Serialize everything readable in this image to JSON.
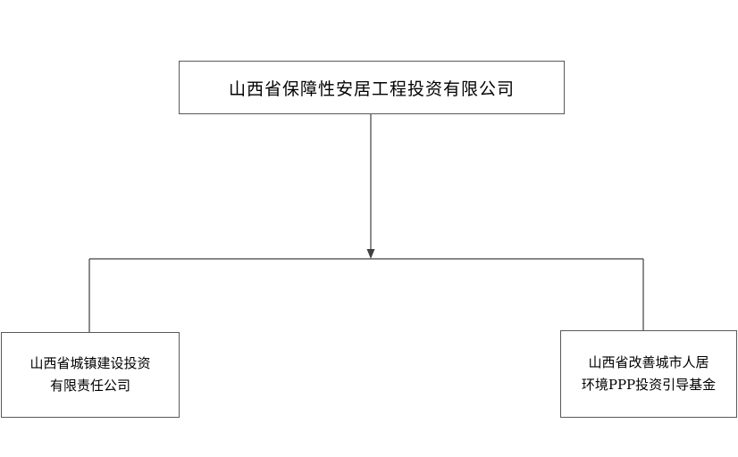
{
  "diagram": {
    "type": "org-chart",
    "root": {
      "label": "山西省保障性安居工程投资有限公司"
    },
    "children": [
      {
        "lines": [
          "山西省城镇建设投资",
          "有限责任公司"
        ]
      },
      {
        "lines": [
          "山西省改善城市人居",
          "环境PPP投资引导基金"
        ]
      }
    ],
    "edges": [
      {
        "from": "root",
        "to": "child-left",
        "style": "elbow-with-arrow"
      },
      {
        "from": "root",
        "to": "child-right",
        "style": "elbow-with-arrow"
      }
    ]
  },
  "colors": {
    "background": "#ffffff",
    "box_border": "#595959",
    "connector_line": "#404040",
    "text": "#000000"
  }
}
